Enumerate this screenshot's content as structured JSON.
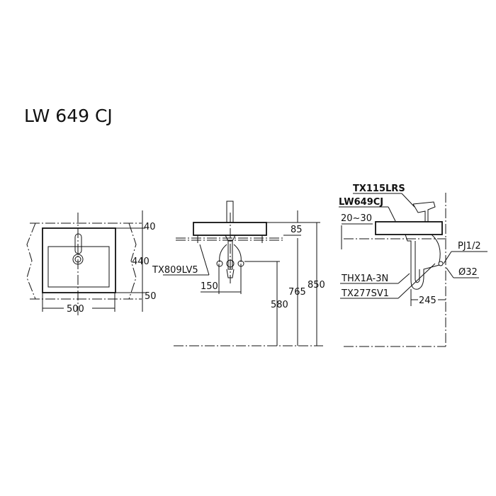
{
  "title": "LW 649 CJ",
  "plan_view": {
    "width": "500",
    "dims": [
      "40",
      "440",
      "50"
    ]
  },
  "front_view": {
    "valve_label": "TX809LV5",
    "dims": {
      "spacing": "150",
      "top": "85",
      "supply_height": "580",
      "counter_height": "765",
      "total_height": "850"
    }
  },
  "side_view": {
    "faucet_label": "TX115LRS",
    "basin_label": "LW649CJ",
    "counter_thickness": "20~30",
    "supply_label": "PJ1/2",
    "drain_diameter": "Ø32",
    "trap_label": "THX1A-3N",
    "drain_label": "TX277SV1",
    "wall_offset": "245"
  }
}
